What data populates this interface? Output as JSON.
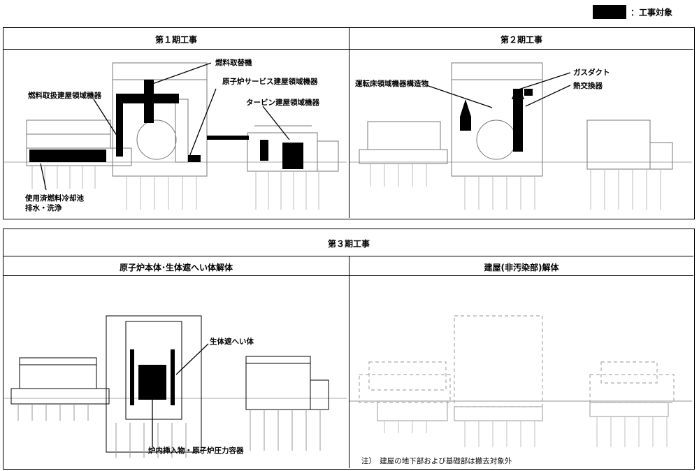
{
  "legend": {
    "label": "：工事対象",
    "swatch_color": "#000000"
  },
  "phase1": {
    "title": "第１期工事",
    "labels": {
      "fuel_exchanger": "燃料取替機",
      "fuel_handling_building": "燃料取扱建屋領域機器",
      "reactor_service_building": "原子炉サービス建屋領域機器",
      "turbine_building": "タービン建屋領域機器",
      "spent_fuel_pool_line1": "使用済燃料冷却池",
      "spent_fuel_pool_line2": "排水・洗浄"
    }
  },
  "phase2": {
    "title": "第２期工事",
    "labels": {
      "gas_duct": "ガスダクト",
      "heat_exchanger": "熱交換器",
      "operating_floor_equipment": "運転床領域機器構造物"
    }
  },
  "phase3": {
    "title": "第３期工事",
    "left": {
      "title": "原子炉本体･生体遮へい体解体",
      "labels": {
        "biological_shield": "生体遮へい体",
        "reactor_internals": "炉内挿入物・原子炉圧力容器"
      }
    },
    "right": {
      "title": "建屋(非汚染部)解体",
      "note": "注）　建屋の地下部および基礎部は撤去対象外"
    }
  }
}
